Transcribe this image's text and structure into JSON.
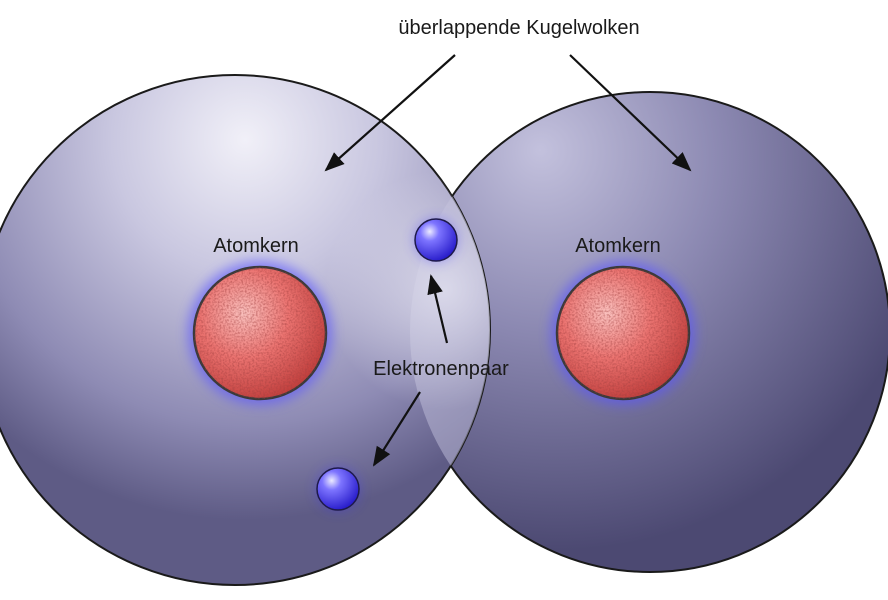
{
  "labels": {
    "overlapping_clouds": "überlappende Kugelwolken",
    "nucleus_left": "Atomkern",
    "nucleus_right": "Atomkern",
    "electron_pair": "Elektronenpaar"
  },
  "colors": {
    "cloud_light": "#eeedf6",
    "cloud_mid": "#a5a3c6",
    "cloud_dark": "#5b587f",
    "nucleus_light": "#f6a3a0",
    "nucleus_dark": "#c23b39",
    "electron_light": "#c9c6ff",
    "electron_dark": "#2a20d9",
    "glow": "#5a55ff",
    "ink": "#111111"
  }
}
